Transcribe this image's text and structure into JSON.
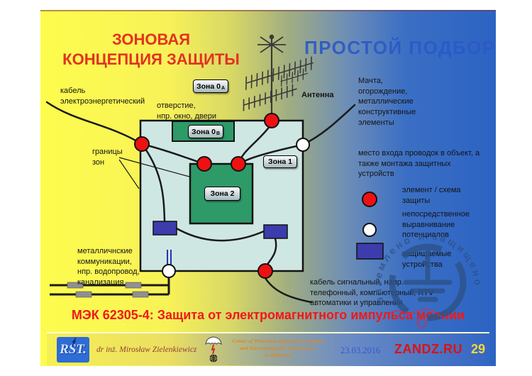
{
  "titles": {
    "left_line1": "ЗОНОВАЯ",
    "left_line2": "КОНЦЕПЦИЯ ЗАЩИТЫ",
    "right": "ПРОСТОЙ ПОДБОР",
    "bottom": "МЭК 62305-4: Защита от электромагнитного импульса молнии"
  },
  "diagram": {
    "labels": {
      "power_cable": "кабель\nэлектроэнергетический",
      "opening": "отверстие,\nнпр. окно, двери",
      "antenna": "Антенна",
      "mast": "Мачта,\nогорождение,\nметаллические\nконструктивные\nэлементы",
      "zone_borders": "границы\nзон",
      "metal_comm": "металличнские\nкоммуникации,\nнпр. водопровод,\nканализация",
      "entry_point": "место входа проводок в объект, а\nтакже монтажа защитных\nустройств",
      "signal_cable": "кабель сигнальный, напр.\nтелефонный, компьютерный, RTV\nавтоматики и управления"
    },
    "zones": {
      "zone0a": {
        "label": "Зона 0",
        "sub": "А"
      },
      "zone0b": {
        "label": "Зона 0",
        "sub": "В"
      },
      "zone1": {
        "label": "Зона 1"
      },
      "zone2": {
        "label": "Зона 2"
      }
    }
  },
  "legend": {
    "items": [
      {
        "symbol": "red-circle",
        "label": "элемент / схема\nзащиты"
      },
      {
        "symbol": "white-circle",
        "label": "непосредственное\nвыравнивание\nпотенциалов"
      },
      {
        "symbol": "blue-rect",
        "label": "защищаемые\nустройства"
      }
    ]
  },
  "watermark": {
    "circle_text": "заземлено и защищено"
  },
  "footer": {
    "logo": "RST.",
    "author": "dr inż. Mirosław Zielenkiewicz",
    "org_line1": "Center of Protection against Overvoltages",
    "org_line2": "and Electromagnetic Interferences",
    "org_line3": "in Białystok",
    "date": "23.03.2016",
    "site": "ZANDZ.RU",
    "page": "29"
  },
  "colors": {
    "accent-red": "#e23222",
    "title-blue": "#2b5ac8",
    "bottom-red": "#f01818",
    "zone-green": "#2e9a68",
    "building-fill": "#cfe7e3",
    "device-blue": "#3c3cac",
    "marker-red": "#ee1111",
    "watermark-blue": "#2d5288",
    "footer-orange": "#e08820",
    "site-red": "#e01010",
    "page-yellow": "#f8d838",
    "gradient-left": "#fdfc4d",
    "gradient-right": "#2c63c3"
  }
}
